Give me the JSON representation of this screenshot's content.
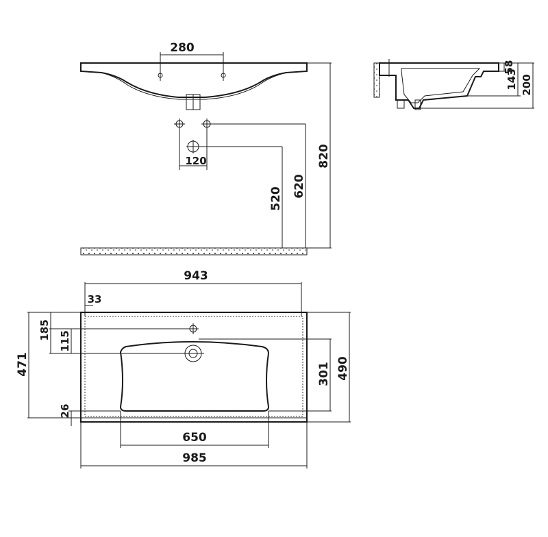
{
  "dimensions": {
    "front": {
      "tap_spacing": "280",
      "drain_spacing": "120",
      "drain_height": "520",
      "tap_height": "620",
      "total_height": "820"
    },
    "side": {
      "d58": "58",
      "d143": "143",
      "d200": "200"
    },
    "top": {
      "inner_width": "943",
      "offset": "33",
      "tap_offset": "185",
      "drain_offset": "115",
      "overall_depth": "471",
      "basin_depth": "301",
      "full_depth": "490",
      "rim": "26",
      "bowl_width": "650",
      "overall_width": "985"
    }
  }
}
